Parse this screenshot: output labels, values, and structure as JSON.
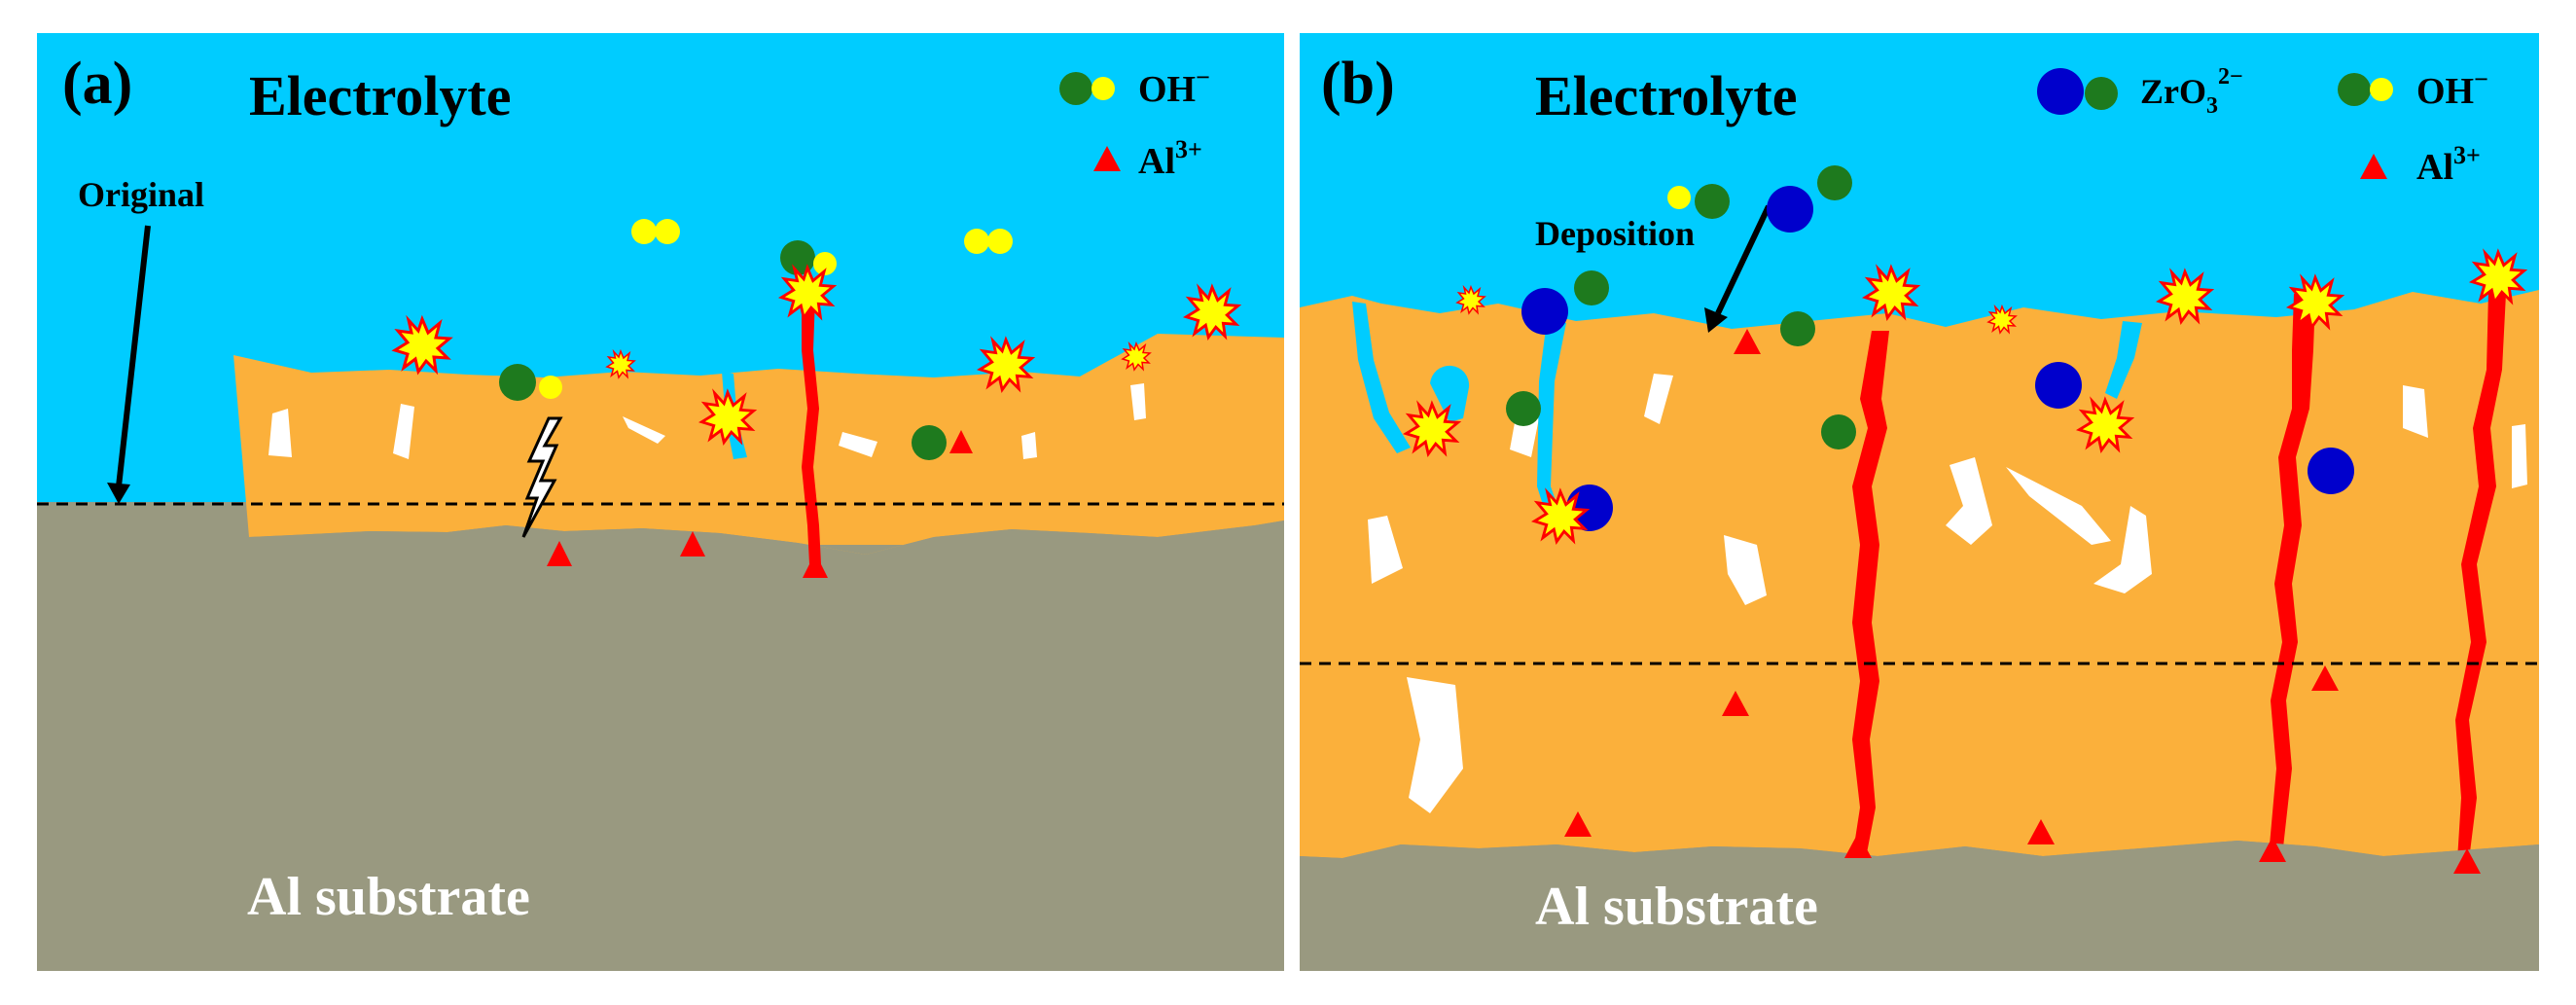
{
  "colors": {
    "electrolyte": "#00CCFF",
    "coating": "#FBB03B",
    "substrate": "#999980",
    "discharge_channel": "#FF0000",
    "pore": "#FFFFFF",
    "oh_oxygen": "#1E7A1E",
    "oh_hydrogen": "#FFFF00",
    "zirconate": "#0000CC",
    "al_ion": "#FF0000",
    "spark_fill": "#FFFF00",
    "spark_edge": "#FF0000",
    "divider": "#FFFFFF"
  },
  "icons": {
    "hydroxide": "oh-ion-icon",
    "zirconate": "zro3-ion-icon",
    "aluminum": "al-ion-triangle-icon",
    "discharge": "spark-icon",
    "breakdown": "lightning-icon"
  },
  "panel_a": {
    "label": "(a)",
    "electrolyte_label": "Electrolyte",
    "substrate_label": "Al substrate",
    "original_label": "Original",
    "legend": [
      {
        "species": "OH",
        "sup": "−"
      },
      {
        "species": "Al",
        "sup": "3+"
      }
    ]
  },
  "panel_b": {
    "label": "(b)",
    "electrolyte_label": "Electrolyte",
    "substrate_label": "Al substrate",
    "deposition_label": "Deposition",
    "legend": [
      {
        "species": "ZrO",
        "sub": "3",
        "sup": "2−"
      },
      {
        "species": "OH",
        "sup": "−"
      },
      {
        "species": "Al",
        "sup": "3+"
      }
    ]
  }
}
